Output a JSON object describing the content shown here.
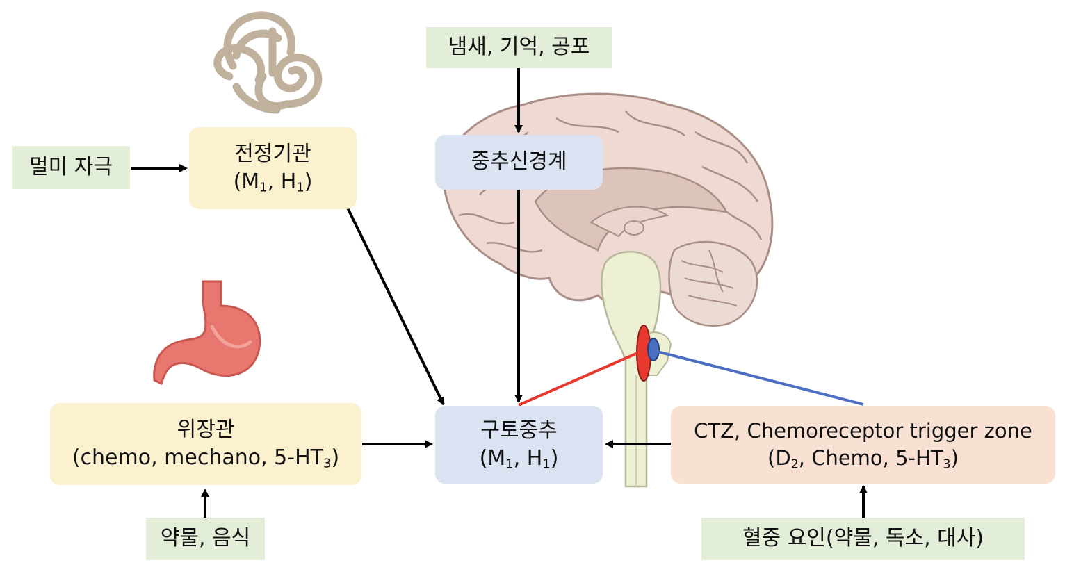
{
  "nodes": {
    "smell_memory_fear": "냄새, 기억, 공포",
    "motion_stimulus": "멀미 자극",
    "vestibular": {
      "label": "전정기관",
      "m": "M",
      "m_sub": "1",
      "sep": ", ",
      "h": "H",
      "h_sub": "1"
    },
    "cns": "중추신경계",
    "gi": {
      "label": "위장관",
      "prefix": "(chemo, mechano, 5-HT",
      "sub": "3",
      "suffix": ")"
    },
    "vomiting_center": {
      "label": "구토중추",
      "m": "M",
      "m_sub": "1",
      "sep": ", ",
      "h": "H",
      "h_sub": "1"
    },
    "ctz": {
      "label": "CTZ, Chemoreceptor trigger zone",
      "prefix": "(D",
      "d_sub": "2",
      "mid": ", Chemo, 5-HT",
      "sub": "3",
      "suffix": ")"
    },
    "drugs_food": "약물, 음식",
    "blood_factors": "혈중 요인(약물, 독소, 대사)"
  },
  "colors": {
    "green_box": "#e2eed8",
    "yellow_box": "#fcf1cf",
    "blue_box": "#dbe2f1",
    "peach_box": "#f8e1d3",
    "arrow": "#000000",
    "vomiting_center_marker": "#e8392f",
    "ctz_marker": "#4a6fc1"
  },
  "icons": [
    "inner-ear-icon",
    "stomach-icon",
    "brain-sagittal-icon"
  ]
}
